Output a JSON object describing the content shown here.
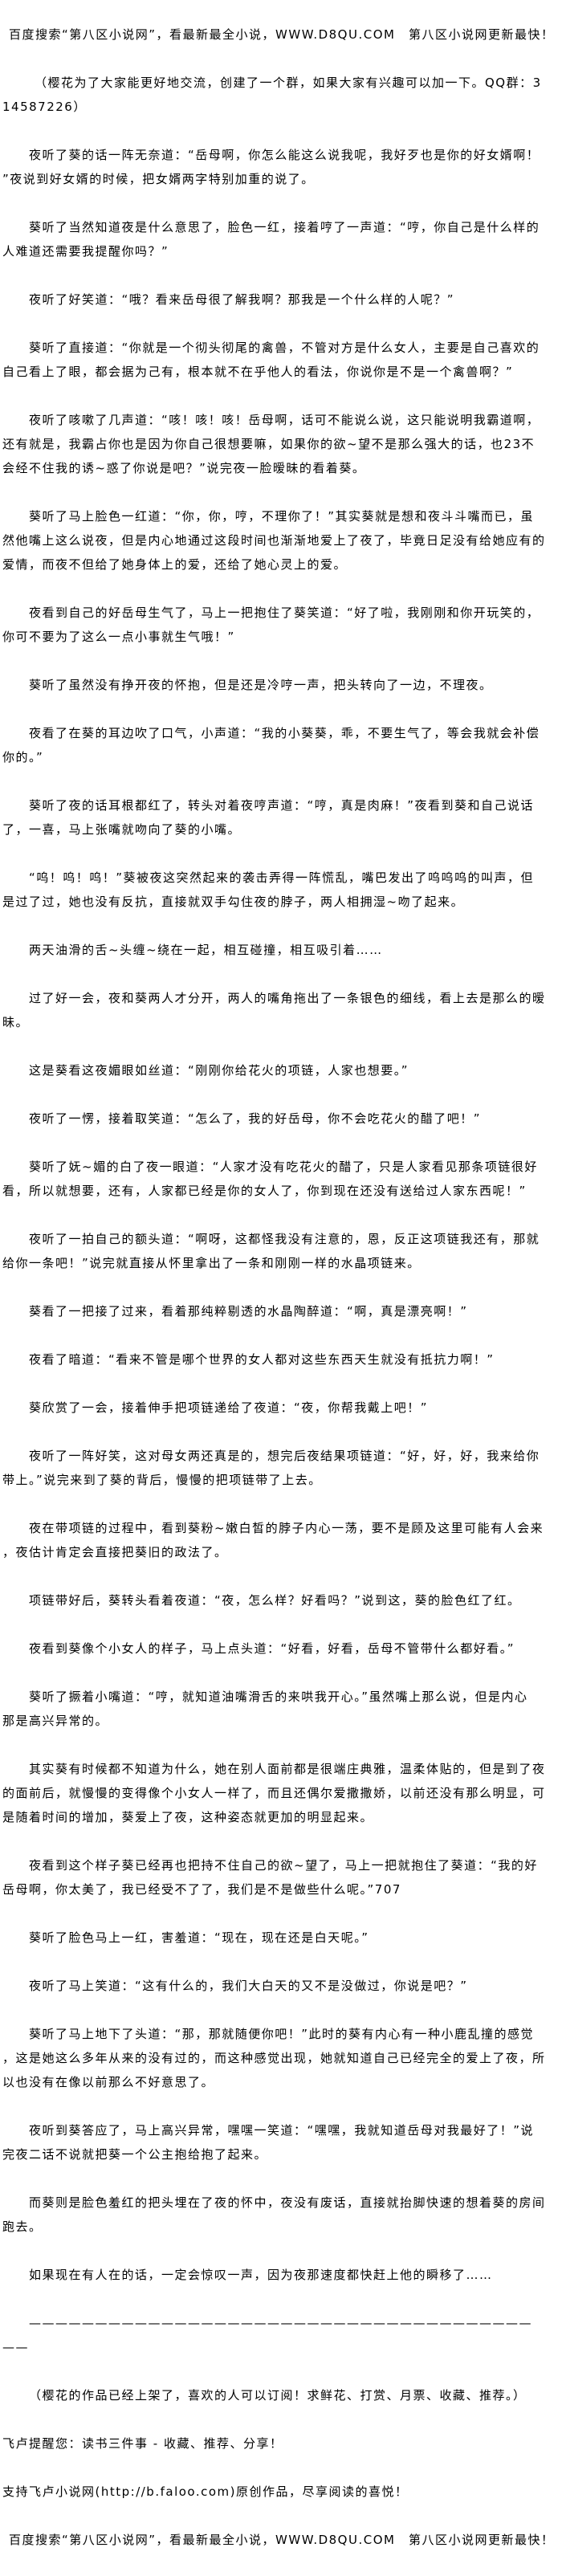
{
  "header_banner": "百度搜索“第八区小说网”，看最新最全小说，WWW.D8QU.COM　第八区小说网更新最快！",
  "notice": [
    "（樱花为了大家能更好地交流，创建了一个群，如果大家有兴趣可以加一下。QQ群：3",
    "14587226）"
  ],
  "paragraphs": [
    [
      "夜听了葵的话一阵无奈道：“岳母啊，你怎么能这么说我呢，我好歹也是你的好女婿啊！",
      "”夜说到好女婿的时候，把女婿两字特别加重的说了。"
    ],
    [
      "葵听了当然知道夜是什么意思了，脸色一红，接着哼了一声道：“哼，你自己是什么样的",
      "人难道还需要我提醒你吗？”"
    ],
    [
      "夜听了好笑道：“哦？看来岳母很了解我啊？那我是一个什么样的人呢？”"
    ],
    [
      "葵听了直接道：“你就是一个彻头彻尾的禽兽，不管对方是什么女人，主要是自己喜欢的",
      "自己看上了眼，都会据为己有，根本就不在乎他人的看法，你说你是不是一个禽兽啊？”"
    ],
    [
      "夜听了咳嗽了几声道：“咳！咳！咳！岳母啊，话可不能说么说，这只能说明我霸道啊，",
      "还有就是，我霸占你也是因为你自己很想要嘛，如果你的欲~望不是那么强大的话，也23不",
      "会经不住我的诱~惑了你说是吧？”说完夜一脸暧昧的看着葵。"
    ],
    [
      "葵听了马上脸色一红道：“你，你，哼，不理你了！”其实葵就是想和夜斗斗嘴而已，虽",
      "然他嘴上这么说夜，但是内心地通过这段时间也渐渐地爱上了夜了，毕竟日足没有给她应有的",
      "爱情，而夜不但给了她身体上的爱，还给了她心灵上的爱。"
    ],
    [
      "夜看到自己的好岳母生气了，马上一把抱住了葵笑道：“好了啦，我刚刚和你开玩笑的，",
      "你可不要为了这么一点小事就生气哦！”"
    ],
    [
      "葵听了虽然没有挣开夜的怀抱，但是还是冷哼一声，把头转向了一边，不理夜。"
    ],
    [
      "夜看了在葵的耳边吹了口气，小声道：“我的小葵葵，乖，不要生气了，等会我就会补偿",
      "你的。”"
    ],
    [
      "葵听了夜的话耳根都红了，转头对着夜哼声道：“哼，真是肉麻！”夜看到葵和自己说话",
      "了，一喜，马上张嘴就吻向了葵的小嘴。"
    ],
    [
      "“呜！呜！呜！”葵被夜这突然起来的袭击弄得一阵慌乱，嘴巴发出了呜呜呜的叫声，但",
      "是过了过，她也没有反抗，直接就双手勾住夜的脖子，两人相拥湿~吻了起来。"
    ],
    [
      "两天油滑的舌~头缠~绕在一起，相互碰撞，相互吸引着……"
    ],
    [
      "过了好一会，夜和葵两人才分开，两人的嘴角拖出了一条银色的细线，看上去是那么的暧",
      "昧。"
    ],
    [
      "这是葵看这夜媚眼如丝道：“刚刚你给花火的项链，人家也想要。”"
    ],
    [
      "夜听了一愣，接着取笑道：“怎么了，我的好岳母，你不会吃花火的醋了吧！”"
    ],
    [
      "葵听了妩~媚的白了夜一眼道：“人家才没有吃花火的醋了，只是人家看见那条项链很好",
      "看，所以就想要，还有，人家都已经是你的女人了，你到现在还没有送给过人家东西呢！”"
    ],
    [
      "夜听了一拍自己的额头道：“啊呀，这都怪我没有注意的，恩，反正这项链我还有，那就",
      "给你一条吧！”说完就直接从怀里拿出了一条和刚刚一样的水晶项链来。"
    ],
    [
      "葵看了一把接了过来，看着那纯粹剔透的水晶陶醉道：“啊，真是漂亮啊！”"
    ],
    [
      "夜看了暗道：“看来不管是哪个世界的女人都对这些东西天生就没有抵抗力啊！”"
    ],
    [
      "葵欣赏了一会，接着伸手把项链递给了夜道：“夜，你帮我戴上吧！”"
    ],
    [
      "夜听了一阵好笑，这对母女两还真是的，想完后夜结果项链道：“好，好，好，我来给你",
      "带上。”说完来到了葵的背后，慢慢的把项链带了上去。"
    ],
    [
      "夜在带项链的过程中，看到葵粉~嫩白皙的脖子内心一荡，要不是顾及这里可能有人会来",
      "，夜估计肯定会直接把葵旧的政法了。"
    ],
    [
      "项链带好后，葵转头看着夜道：“夜，怎么样？好看吗？”说到这，葵的脸色红了红。"
    ],
    [
      "夜看到葵像个小女人的样子，马上点头道：“好看，好看，岳母不管带什么都好看。”"
    ],
    [
      "葵听了撅着小嘴道：“哼，就知道油嘴滑舌的来哄我开心。”虽然嘴上那么说，但是内心",
      "那是高兴异常的。"
    ],
    [
      "其实葵有时候都不知道为什么，她在别人面前都是很端庄典雅，温柔体贴的，但是到了夜",
      "的面前后，就慢慢的变得像个小女人一样了，而且还偶尔爱撒撒娇，以前还没有那么明显，可",
      "是随着时间的增加，葵爱上了夜，这种姿态就更加的明显起来。"
    ],
    [
      "夜看到这个样子葵已经再也把持不住自己的欲~望了，马上一把就抱住了葵道：“我的好",
      "岳母啊，你太美了，我已经受不了了，我们是不是做些什么呢。”707"
    ],
    [
      "葵听了脸色马上一红，害羞道：“现在，现在还是白天呢。”"
    ],
    [
      "夜听了马上笑道：“这有什么的，我们大白天的又不是没做过，你说是吧？”"
    ],
    [
      "葵听了马上地下了头道：“那，那就随便你吧！”此时的葵有内心有一种小鹿乱撞的感觉",
      "，这是她这么多年从来的没有过的，而这种感觉出现，她就知道自己已经完全的爱上了夜，所",
      "以也没有在像以前那么不好意思了。"
    ],
    [
      "夜听到葵答应了，马上高兴异常，嘿嘿一笑道：“嘿嘿，我就知道岳母对我最好了！”说",
      "完夜二话不说就把葵一个公主抱给抱了起来。"
    ],
    [
      "而葵则是脸色羞红的把头埋在了夜的怀中，夜没有废话，直接就抬脚快速的想着葵的房间",
      "跑去。"
    ],
    [
      "如果现在有人在的话，一定会惊叹一声，因为夜那速度都快赶上他的瞬移了……"
    ],
    [
      "——————————————————————————————————————",
      "——"
    ],
    [
      "（樱花的作品已经上架了，喜欢的人可以订阅！求鲜花、打赏、月票、收藏、推荐。）"
    ]
  ],
  "footer": {
    "reminder": "飞卢提醒您：读书三件事 - 收藏、推荐、分享！",
    "support": "支持飞卢小说网(http://b.faloo.com)原创作品，尽享阅读的喜悦！",
    "banner": "百度搜索“第八区小说网”，看最新最全小说，WWW.D8QU.COM　第八区小说网更新最快！"
  }
}
